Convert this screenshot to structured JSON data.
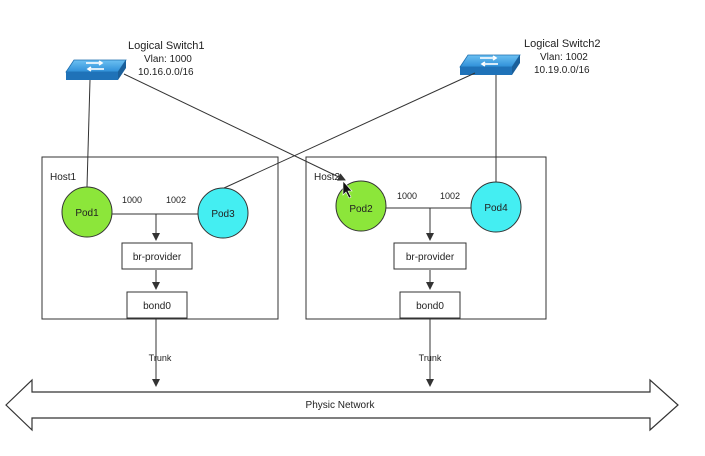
{
  "switches": [
    {
      "title": "Logical Switch1",
      "vlan": "Vlan: 1000",
      "cidr": "10.16.0.0/16",
      "icon": "network-switch-icon"
    },
    {
      "title": "Logical Switch2",
      "vlan": "Vlan: 1002",
      "cidr": "10.19.0.0/16",
      "icon": "network-switch-icon"
    }
  ],
  "hosts": [
    {
      "label": "Host1",
      "pod_left": "Pod1",
      "pod_right": "Pod3",
      "vlan_left": "1000",
      "vlan_right": "1002",
      "bridge": "br-provider",
      "bond": "bond0",
      "trunk": "Trunk"
    },
    {
      "label": "Host2",
      "pod_left": "Pod2",
      "pod_right": "Pod4",
      "vlan_left": "1000",
      "vlan_right": "1002",
      "bridge": "br-provider",
      "bond": "bond0",
      "trunk": "Trunk"
    }
  ],
  "network": {
    "label": "Physic Network"
  },
  "colors": {
    "pod_green": "#8ce63a",
    "pod_cyan": "#44eef2",
    "switch_blue": "#2d8fd6",
    "line": "#333333"
  }
}
